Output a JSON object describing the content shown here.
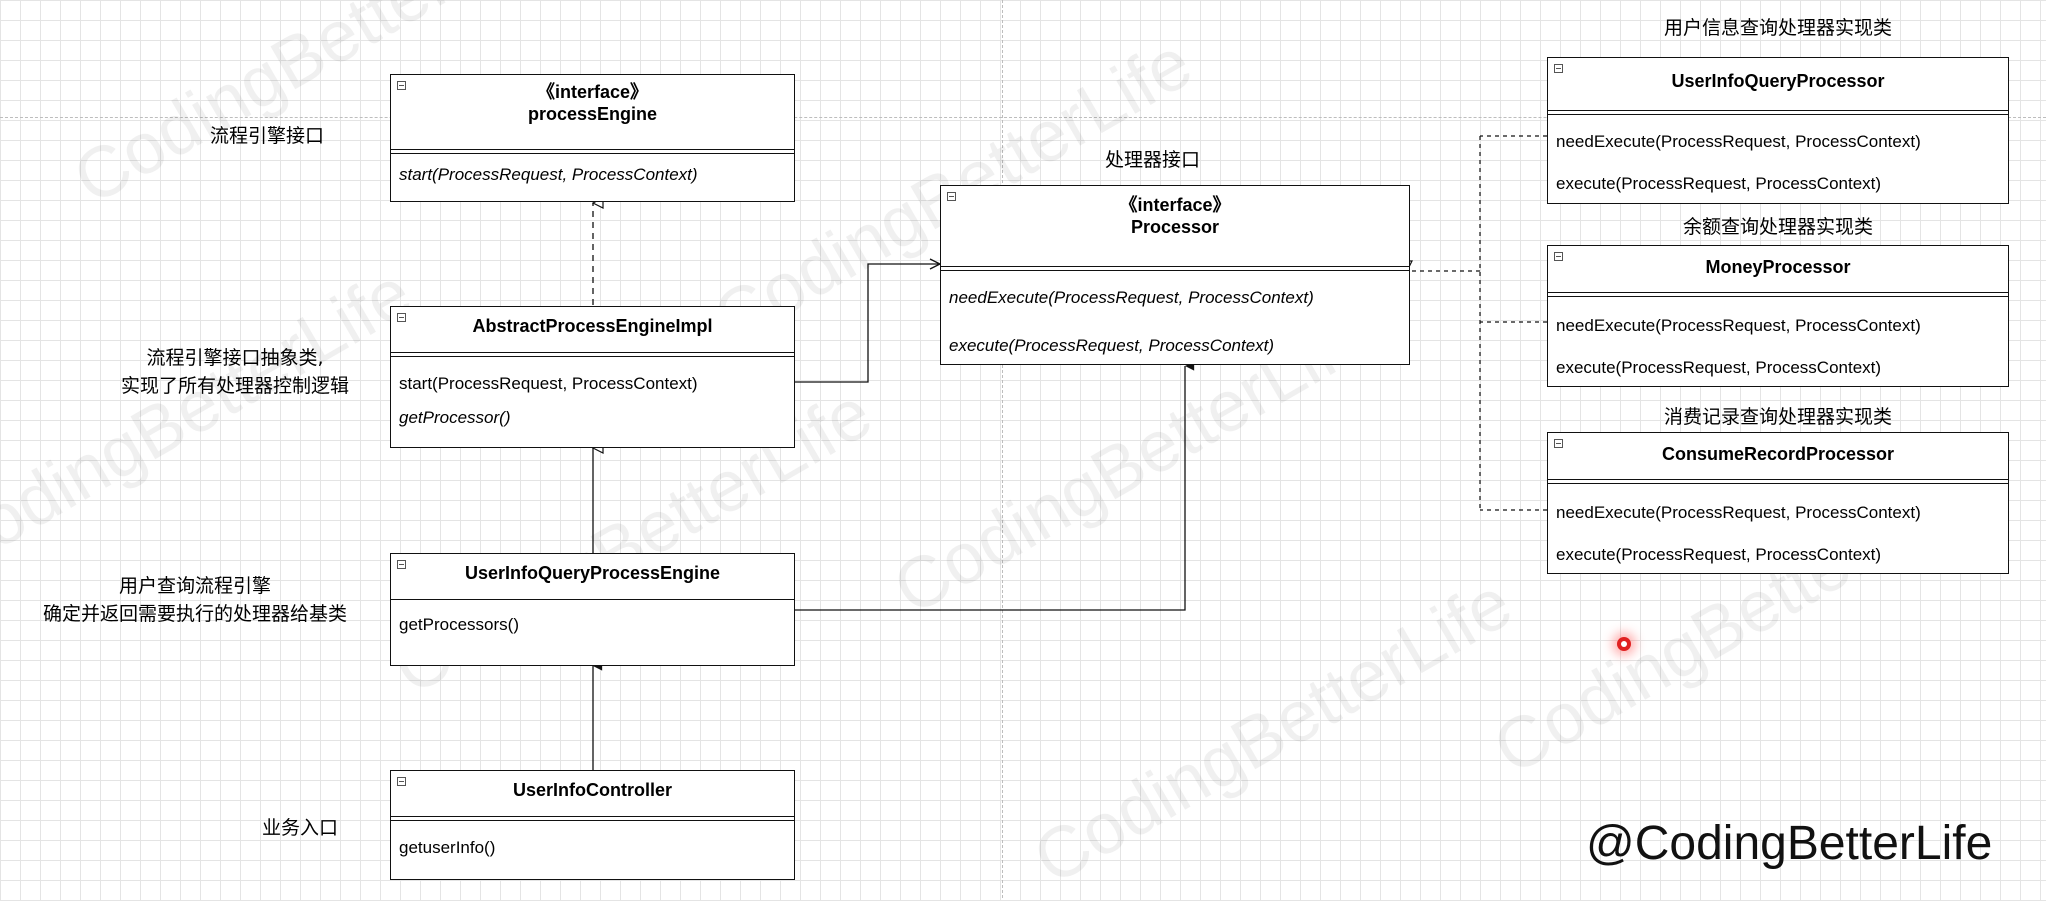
{
  "watermark_text": "CodingBetterLife",
  "brand": "@CodingBetterLife",
  "classes": {
    "process_engine": {
      "stereotype": "《interface》",
      "name": "processEngine",
      "ops": [
        "start(ProcessRequest, ProcessContext)"
      ]
    },
    "abstract_engine": {
      "name": "AbstractProcessEngineImpl",
      "ops": [
        "start(ProcessRequest, ProcessContext)",
        "getProcessor()"
      ]
    },
    "user_query_engine": {
      "name": "UserInfoQueryProcessEngine",
      "ops": [
        "getProcessors()"
      ]
    },
    "controller": {
      "name": "UserInfoController",
      "ops": [
        "getuserInfo()"
      ]
    },
    "processor": {
      "stereotype": "《interface》",
      "name": "Processor",
      "ops": [
        "needExecute(ProcessRequest, ProcessContext)",
        "execute(ProcessRequest, ProcessContext)"
      ]
    },
    "user_info_processor": {
      "name": "UserInfoQueryProcessor",
      "ops": [
        "needExecute(ProcessRequest, ProcessContext)",
        "execute(ProcessRequest, ProcessContext)"
      ]
    },
    "money_processor": {
      "name": "MoneyProcessor",
      "ops": [
        "needExecute(ProcessRequest, ProcessContext)",
        "execute(ProcessRequest, ProcessContext)"
      ]
    },
    "consume_processor": {
      "name": "ConsumeRecordProcessor",
      "ops": [
        "needExecute(ProcessRequest, ProcessContext)",
        "execute(ProcessRequest, ProcessContext)"
      ]
    }
  },
  "labels": {
    "engine_interface": "流程引擎接口",
    "abstract_line1": "流程引擎接口抽象类,",
    "abstract_line2": "实现了所有处理器控制逻辑",
    "user_engine_line1": "用户查询流程引擎",
    "user_engine_line2": "确定并返回需要执行的处理器给基类",
    "business_entry": "业务入口",
    "processor_interface": "处理器接口",
    "user_info_impl": "用户信息查询处理器实现类",
    "money_impl": "余额查询处理器实现类",
    "consume_impl": "消费记录查询处理器实现类"
  }
}
